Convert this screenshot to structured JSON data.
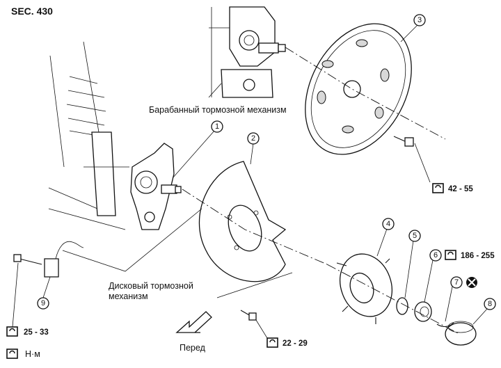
{
  "section": "SEC. 430",
  "captions": {
    "drum_brake": "Барабанный тормозной механизм",
    "disc_brake_line1": "Дисковый тормозной",
    "disc_brake_line2": "механизм",
    "front": "Перед"
  },
  "callouts": [
    "1",
    "2",
    "3",
    "4",
    "5",
    "6",
    "7",
    "8",
    "9"
  ],
  "torques": {
    "drum_bolt": "42 - 55",
    "hub_nut": "186 - 255",
    "sensor_bolt": "25 - 33",
    "disc_plate_bolt": "22 - 29"
  },
  "legend": {
    "unit": "Н·м"
  },
  "icons": [
    "torque-wrench-icon",
    "do-not-reuse-icon",
    "front-arrow-icon"
  ]
}
